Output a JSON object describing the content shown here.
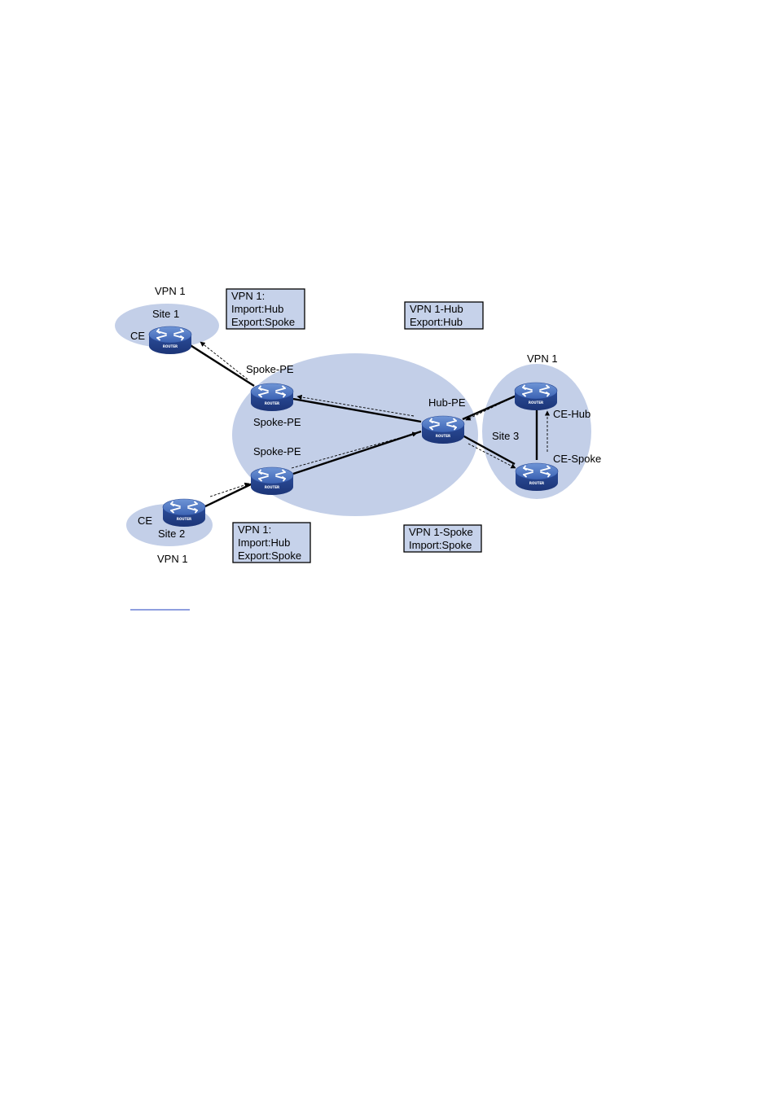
{
  "labels": {
    "vpn1_site1": "VPN 1",
    "site1": "Site 1",
    "ce_site1": "CE",
    "spoke_pe_top_above": "Spoke-PE",
    "spoke_pe_top_below": "Spoke-PE",
    "spoke_pe_bottom_above": "Spoke-PE",
    "ce_site2": "CE",
    "site2": "Site 2",
    "vpn1_site2": "VPN 1",
    "hub_pe": "Hub-PE",
    "vpn1_site3": "VPN 1",
    "site3": "Site 3",
    "ce_hub": "CE-Hub",
    "ce_spoke": "CE-Spoke"
  },
  "boxes": {
    "spoke_pe_top": [
      "VPN 1:",
      "Import:Hub",
      "Export:Spoke"
    ],
    "hub_vpn": [
      "VPN 1-Hub",
      "Export:Hub"
    ],
    "spoke_pe_bottom": [
      "VPN 1:",
      "Import:Hub",
      "Export:Spoke"
    ],
    "spoke_vpn": [
      "VPN 1-Spoke",
      "Import:Spoke"
    ]
  },
  "router_badge": "ROUTER",
  "colors": {
    "region": "#c3cfe8",
    "box_fill": "#c6d2ea",
    "router_body": "#2f54a6",
    "router_top": "#5a83c9",
    "link_underline": "#1f3fbf"
  }
}
